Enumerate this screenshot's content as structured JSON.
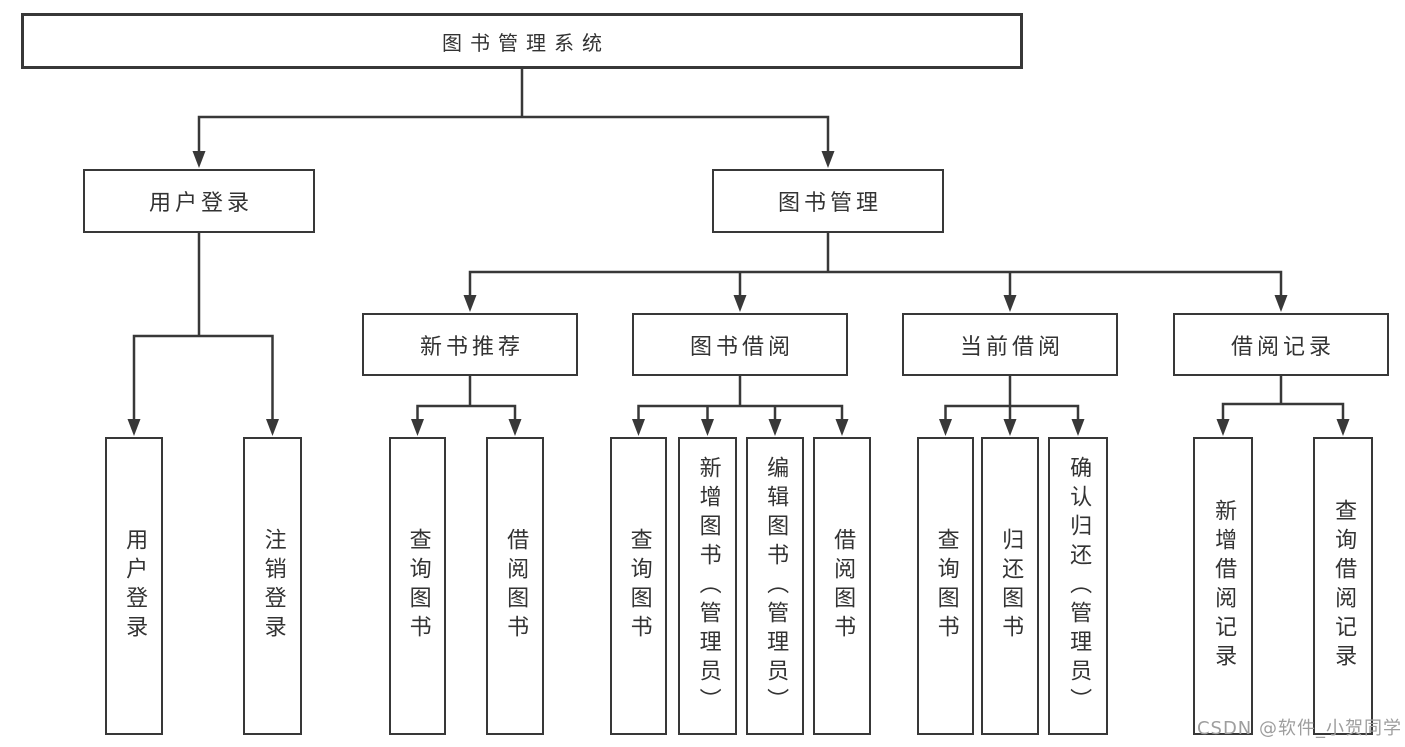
{
  "root": {
    "label": "图书管理系统"
  },
  "level2": [
    {
      "label": "用户登录"
    },
    {
      "label": "图书管理"
    }
  ],
  "level3": [
    {
      "label": "新书推荐"
    },
    {
      "label": "图书借阅"
    },
    {
      "label": "当前借阅"
    },
    {
      "label": "借阅记录"
    }
  ],
  "leaves": {
    "user_login": [
      {
        "label": "用户登录"
      },
      {
        "label": "注销登录"
      }
    ],
    "new_books": [
      {
        "label": "查询图书"
      },
      {
        "label": "借阅图书"
      }
    ],
    "book_borrow": [
      {
        "label": "查询图书"
      },
      {
        "label": "新增图书（管理员）"
      },
      {
        "label": "编辑图书（管理员）"
      },
      {
        "label": "借阅图书"
      }
    ],
    "current_borrow": [
      {
        "label": "查询图书"
      },
      {
        "label": "归还图书"
      },
      {
        "label": "确认归还（管理员）"
      }
    ],
    "borrow_records": [
      {
        "label": "新增借阅记录"
      },
      {
        "label": "查询借阅记录"
      }
    ]
  },
  "watermark": "CSDN @软件_小贺同学",
  "colors": {
    "line": "#383838",
    "text": "#333333",
    "watermark": "#9e9e9e",
    "background": "#ffffff"
  }
}
